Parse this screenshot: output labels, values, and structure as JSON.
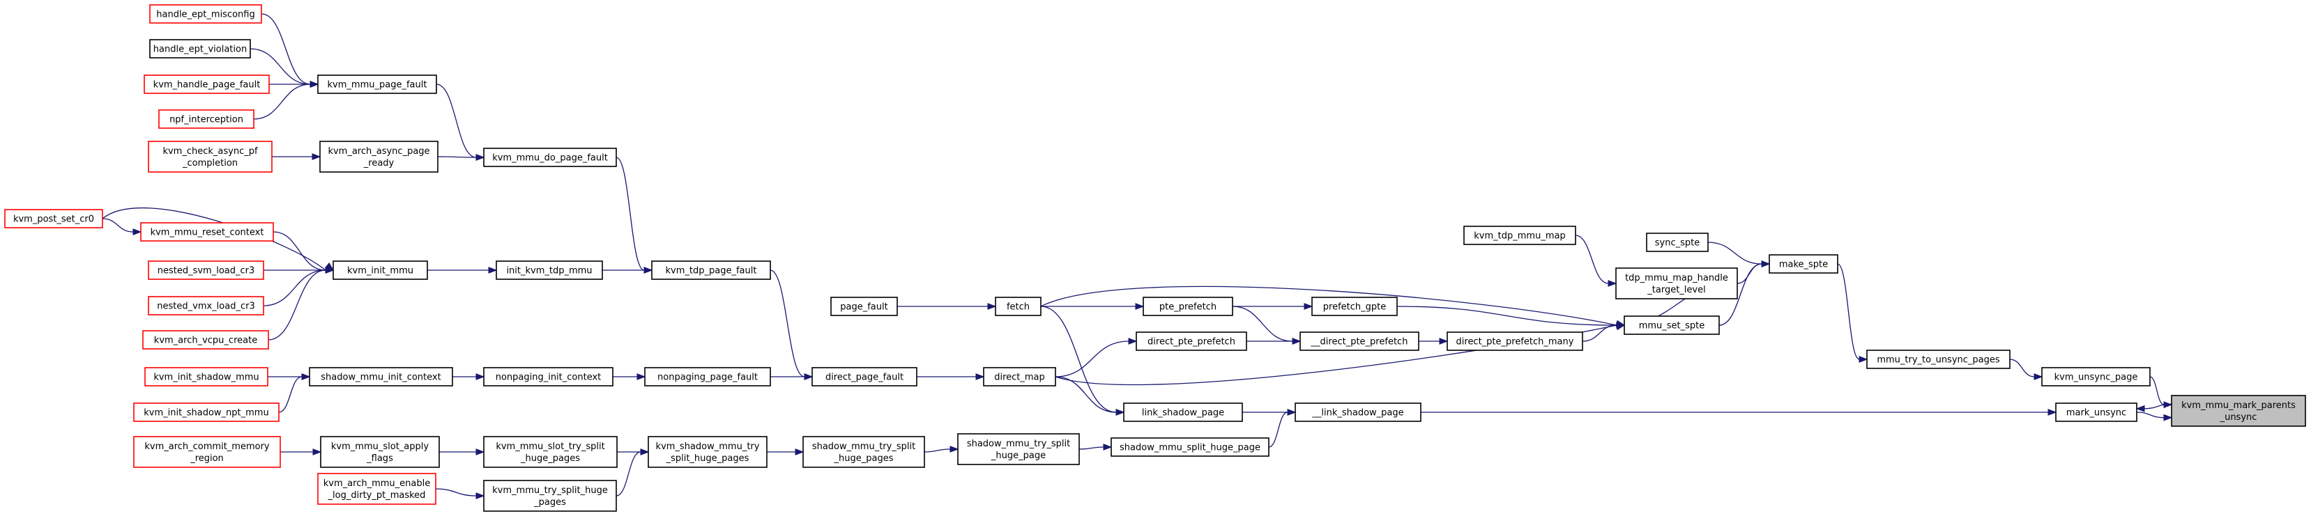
{
  "colors": {
    "edge": "#191970",
    "node_border": "#000000",
    "node_border_external": "#ff0000",
    "root_fill": "#bfbfbf",
    "node_fill": "#ffffff"
  },
  "nodes": {
    "handle_ept_misconfig": {
      "lines": [
        "handle_ept_misconfig"
      ],
      "style": "external"
    },
    "handle_ept_violation": {
      "lines": [
        "handle_ept_violation"
      ],
      "style": "normal"
    },
    "kvm_handle_page_fault": {
      "lines": [
        "kvm_handle_page_fault"
      ],
      "style": "external"
    },
    "npf_interception": {
      "lines": [
        "npf_interception"
      ],
      "style": "external"
    },
    "kvm_mmu_page_fault": {
      "lines": [
        "kvm_mmu_page_fault"
      ],
      "style": "normal"
    },
    "kvm_check_async_pf_completion": {
      "lines": [
        "kvm_check_async_pf",
        "_completion"
      ],
      "style": "external"
    },
    "kvm_arch_async_page_ready": {
      "lines": [
        "kvm_arch_async_page",
        "_ready"
      ],
      "style": "normal"
    },
    "kvm_mmu_do_page_fault": {
      "lines": [
        "kvm_mmu_do_page_fault"
      ],
      "style": "normal"
    },
    "kvm_post_set_cr0": {
      "lines": [
        "kvm_post_set_cr0"
      ],
      "style": "external"
    },
    "kvm_mmu_reset_context": {
      "lines": [
        "kvm_mmu_reset_context"
      ],
      "style": "external"
    },
    "nested_svm_load_cr3": {
      "lines": [
        "nested_svm_load_cr3"
      ],
      "style": "external"
    },
    "nested_vmx_load_cr3": {
      "lines": [
        "nested_vmx_load_cr3"
      ],
      "style": "external"
    },
    "kvm_arch_vcpu_create": {
      "lines": [
        "kvm_arch_vcpu_create"
      ],
      "style": "external"
    },
    "kvm_init_mmu": {
      "lines": [
        "kvm_init_mmu"
      ],
      "style": "normal"
    },
    "init_kvm_tdp_mmu": {
      "lines": [
        "init_kvm_tdp_mmu"
      ],
      "style": "normal"
    },
    "kvm_tdp_page_fault": {
      "lines": [
        "kvm_tdp_page_fault"
      ],
      "style": "normal"
    },
    "kvm_init_shadow_mmu": {
      "lines": [
        "kvm_init_shadow_mmu"
      ],
      "style": "external"
    },
    "kvm_init_shadow_npt_mmu": {
      "lines": [
        "kvm_init_shadow_npt_mmu"
      ],
      "style": "external"
    },
    "shadow_mmu_init_context": {
      "lines": [
        "shadow_mmu_init_context"
      ],
      "style": "normal"
    },
    "nonpaging_init_context": {
      "lines": [
        "nonpaging_init_context"
      ],
      "style": "normal"
    },
    "nonpaging_page_fault": {
      "lines": [
        "nonpaging_page_fault"
      ],
      "style": "normal"
    },
    "direct_page_fault": {
      "lines": [
        "direct_page_fault"
      ],
      "style": "normal"
    },
    "kvm_arch_commit_memory_region": {
      "lines": [
        "kvm_arch_commit_memory",
        "_region"
      ],
      "style": "external"
    },
    "kvm_arch_mmu_enable_log_dirty_pt_masked": {
      "lines": [
        "kvm_arch_mmu_enable",
        "_log_dirty_pt_masked"
      ],
      "style": "external"
    },
    "kvm_mmu_slot_apply_flags": {
      "lines": [
        "kvm_mmu_slot_apply",
        "_flags"
      ],
      "style": "normal"
    },
    "kvm_mmu_slot_try_split_huge_pages": {
      "lines": [
        "kvm_mmu_slot_try_split",
        "_huge_pages"
      ],
      "style": "normal"
    },
    "kvm_mmu_try_split_huge_pages": {
      "lines": [
        "kvm_mmu_try_split_huge",
        "_pages"
      ],
      "style": "normal"
    },
    "kvm_shadow_mmu_try_split_huge_pages": {
      "lines": [
        "kvm_shadow_mmu_try",
        "_split_huge_pages"
      ],
      "style": "normal"
    },
    "shadow_mmu_try_split_huge_pages": {
      "lines": [
        "shadow_mmu_try_split",
        "_huge_pages"
      ],
      "style": "normal"
    },
    "shadow_mmu_try_split_huge_page": {
      "lines": [
        "shadow_mmu_try_split",
        "_huge_page"
      ],
      "style": "normal"
    },
    "shadow_mmu_split_huge_page": {
      "lines": [
        "shadow_mmu_split_huge_page"
      ],
      "style": "normal"
    },
    "page_fault": {
      "lines": [
        "page_fault"
      ],
      "style": "normal"
    },
    "fetch": {
      "lines": [
        "fetch"
      ],
      "style": "normal"
    },
    "direct_map": {
      "lines": [
        "direct_map"
      ],
      "style": "normal"
    },
    "pte_prefetch": {
      "lines": [
        "pte_prefetch"
      ],
      "style": "normal"
    },
    "direct_pte_prefetch": {
      "lines": [
        "direct_pte_prefetch"
      ],
      "style": "normal"
    },
    "prefetch_gpte": {
      "lines": [
        "prefetch_gpte"
      ],
      "style": "normal"
    },
    "__direct_pte_prefetch": {
      "lines": [
        "__direct_pte_prefetch"
      ],
      "style": "normal"
    },
    "direct_pte_prefetch_many": {
      "lines": [
        "direct_pte_prefetch_many"
      ],
      "style": "normal"
    },
    "link_shadow_page": {
      "lines": [
        "link_shadow_page"
      ],
      "style": "normal"
    },
    "__link_shadow_page": {
      "lines": [
        "__link_shadow_page"
      ],
      "style": "normal"
    },
    "kvm_tdp_mmu_map": {
      "lines": [
        "kvm_tdp_mmu_map"
      ],
      "style": "normal"
    },
    "tdp_mmu_map_handle_target_level": {
      "lines": [
        "tdp_mmu_map_handle",
        "_target_level"
      ],
      "style": "normal"
    },
    "sync_spte": {
      "lines": [
        "sync_spte"
      ],
      "style": "normal"
    },
    "mmu_set_spte": {
      "lines": [
        "mmu_set_spte"
      ],
      "style": "normal"
    },
    "make_spte": {
      "lines": [
        "make_spte"
      ],
      "style": "normal"
    },
    "mmu_try_to_unsync_pages": {
      "lines": [
        "mmu_try_to_unsync_pages"
      ],
      "style": "normal"
    },
    "kvm_unsync_page": {
      "lines": [
        "kvm_unsync_page"
      ],
      "style": "normal"
    },
    "mark_unsync": {
      "lines": [
        "mark_unsync"
      ],
      "style": "normal"
    },
    "kvm_mmu_mark_parents_unsync": {
      "lines": [
        "kvm_mmu_mark_parents",
        "_unsync"
      ],
      "style": "root"
    }
  }
}
